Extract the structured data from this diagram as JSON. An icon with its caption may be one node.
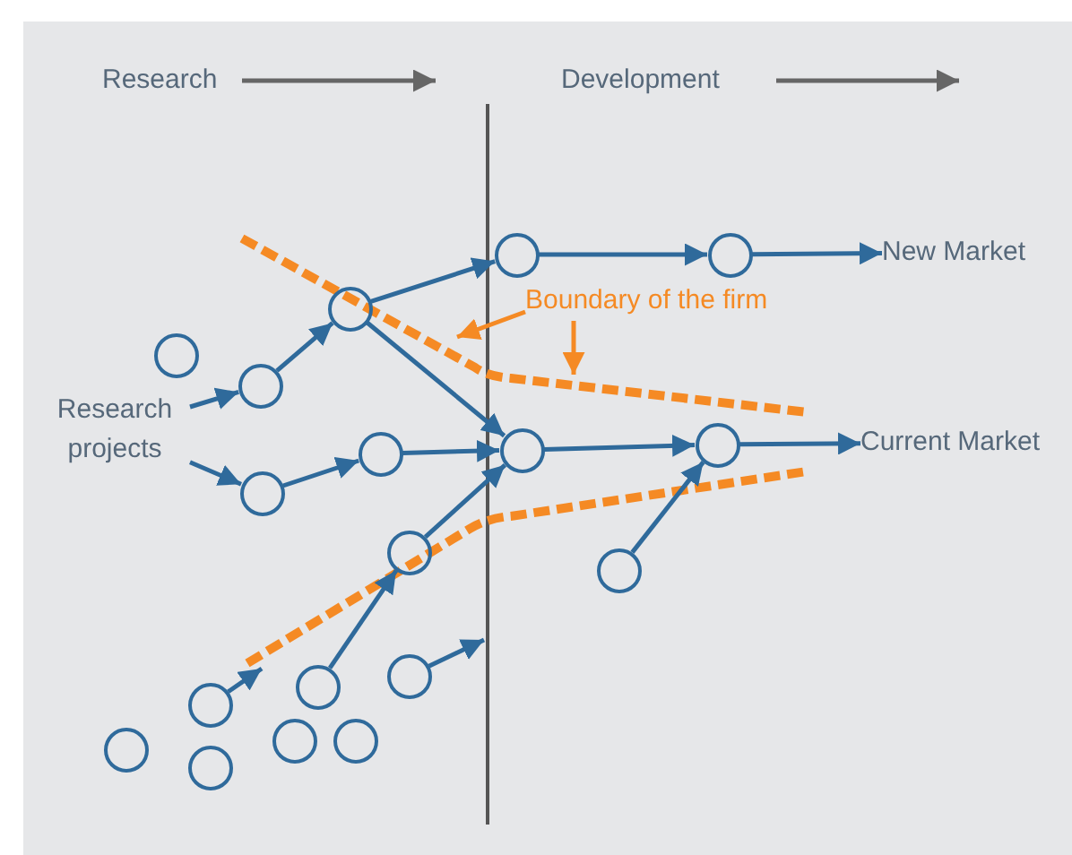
{
  "diagram": {
    "nodes": [
      {
        "text": [
          "Research projects"
        ]
      },
      {
        "text": [],
        "shape": "circle"
      },
      {
        "text": [],
        "shape": "circle"
      },
      {
        "text": [],
        "shape": "circle"
      },
      {
        "text": [],
        "shape": "circle"
      },
      {
        "text": [],
        "shape": "circle"
      },
      {
        "text": [],
        "shape": "circle"
      },
      {
        "text": [],
        "shape": "circle"
      },
      {
        "text": [],
        "shape": "circle"
      },
      {
        "text": [],
        "shape": "circle"
      },
      {
        "text": [],
        "shape": "circle"
      },
      {
        "text": [],
        "shape": "circle"
      },
      {
        "text": [],
        "shape": "circle"
      },
      {
        "text": [],
        "shape": "circle"
      },
      {
        "text": [],
        "shape": "circle"
      },
      {
        "text": [],
        "shape": "circle"
      },
      {
        "text": [],
        "shape": "circle"
      },
      {
        "text": [],
        "shape": "circle"
      },
      {
        "text": [],
        "shape": "circle"
      },
      {
        "text": [
          "Boundary of the firm"
        ]
      },
      {
        "text": [
          "New Market"
        ]
      },
      {
        "text": [
          "Current Market"
        ]
      }
    ],
    "edges": [
      {
        "from": 0,
        "to": 2,
        "arrow": "to"
      },
      {
        "from": 0,
        "to": 4,
        "arrow": "to"
      },
      {
        "from": 2,
        "to": 3,
        "arrow": "to"
      },
      {
        "from": 4,
        "to": 5,
        "arrow": "to"
      },
      {
        "from": 3,
        "to": 6,
        "arrow": "to"
      },
      {
        "from": 3,
        "to": 8,
        "arrow": "to"
      },
      {
        "from": 5,
        "to": 8,
        "arrow": "to"
      },
      {
        "from": 10,
        "to": 8,
        "arrow": "to"
      },
      {
        "from": 13,
        "to": 10,
        "arrow": "to"
      },
      {
        "from": 12,
        "to": null,
        "arrow": "to"
      },
      {
        "from": 14,
        "to": null,
        "arrow": "to"
      },
      {
        "from": 6,
        "to": 7,
        "arrow": "to"
      },
      {
        "from": 7,
        "to": 20,
        "arrow": "to"
      },
      {
        "from": 8,
        "to": 9,
        "arrow": "to"
      },
      {
        "from": 9,
        "to": 21,
        "arrow": "to"
      },
      {
        "from": 11,
        "to": 9,
        "arrow": "to"
      },
      {
        "from": 19,
        "to": null,
        "arrow": "to",
        "color": "#f58a24"
      },
      {
        "from": 19,
        "to": null,
        "arrow": "to",
        "color": "#f58a24"
      }
    ],
    "labels": [
      "Research",
      "Development"
    ]
  }
}
